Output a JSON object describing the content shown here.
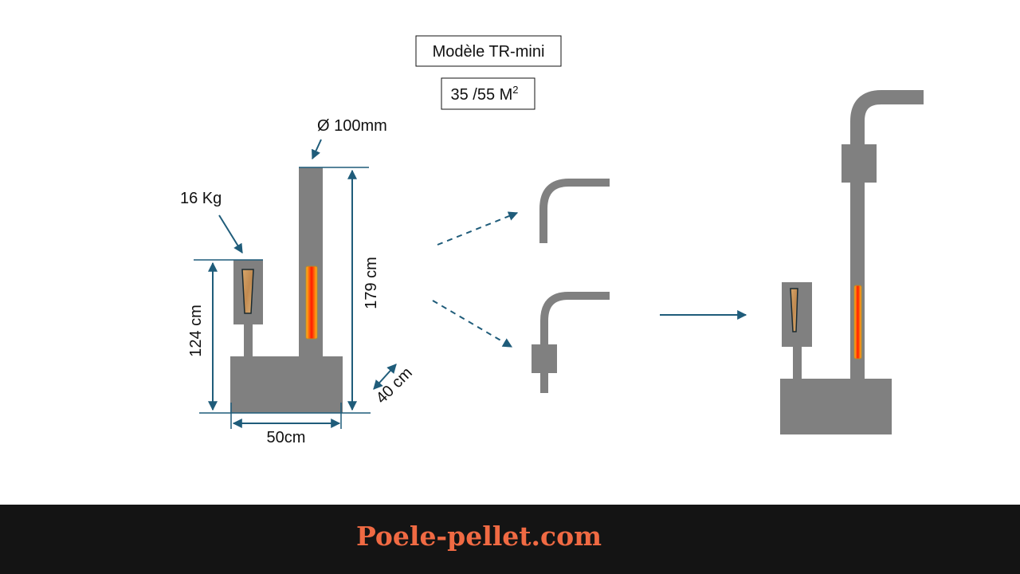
{
  "title": {
    "model": "Modèle TR-mini",
    "area": "35 /55 M",
    "area_sup": "2"
  },
  "dimensions": {
    "diameter": "Ø 100mm",
    "hopper_weight": "16 Kg",
    "height_total": "179 cm",
    "height_hopper": "124 cm",
    "width": "50cm",
    "depth": "40 cm"
  },
  "footer": {
    "brand": "Poele-pellet.com"
  },
  "colors": {
    "body": "#808080",
    "arrow": "#1f5c7a",
    "brand": "#f06a43",
    "footer_bg": "#141414"
  }
}
